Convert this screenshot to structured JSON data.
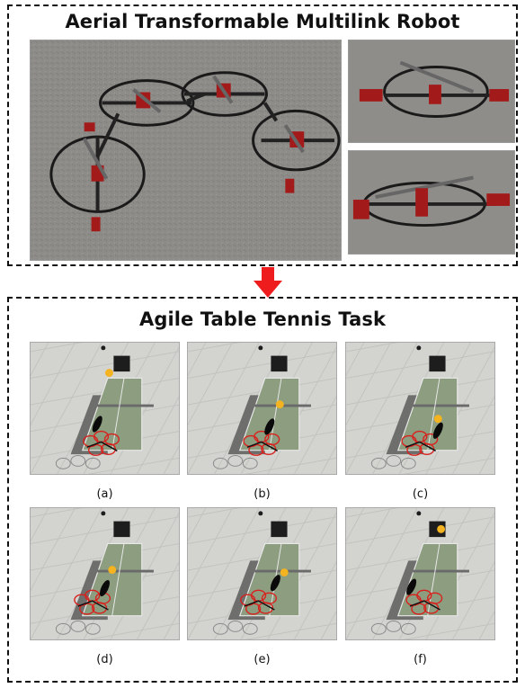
{
  "figure": {
    "top_title": "Aerial Transformable Multilink Robot",
    "bottom_title": "Agile Table Tennis Task",
    "frames": [
      {
        "label": "(a)",
        "ball": [
          0.53,
          0.23
        ],
        "racket": [
          0.45,
          0.62
        ],
        "robot": [
          0.5,
          0.77
        ]
      },
      {
        "label": "(b)",
        "ball": [
          0.62,
          0.47
        ],
        "racket": [
          0.55,
          0.64
        ],
        "robot": [
          0.52,
          0.77
        ]
      },
      {
        "label": "(c)",
        "ball": [
          0.62,
          0.58
        ],
        "racket": [
          0.62,
          0.67
        ],
        "robot": [
          0.52,
          0.77
        ]
      },
      {
        "label": "(d)",
        "ball": [
          0.55,
          0.47
        ],
        "racket": [
          0.5,
          0.61
        ],
        "robot": [
          0.44,
          0.72
        ]
      },
      {
        "label": "(e)",
        "ball": [
          0.65,
          0.49
        ],
        "racket": [
          0.59,
          0.57
        ],
        "robot": [
          0.5,
          0.72
        ]
      },
      {
        "label": "(f)",
        "ball": [
          0.64,
          0.16
        ],
        "racket": [
          0.44,
          0.6
        ],
        "robot": [
          0.55,
          0.72
        ]
      }
    ]
  }
}
